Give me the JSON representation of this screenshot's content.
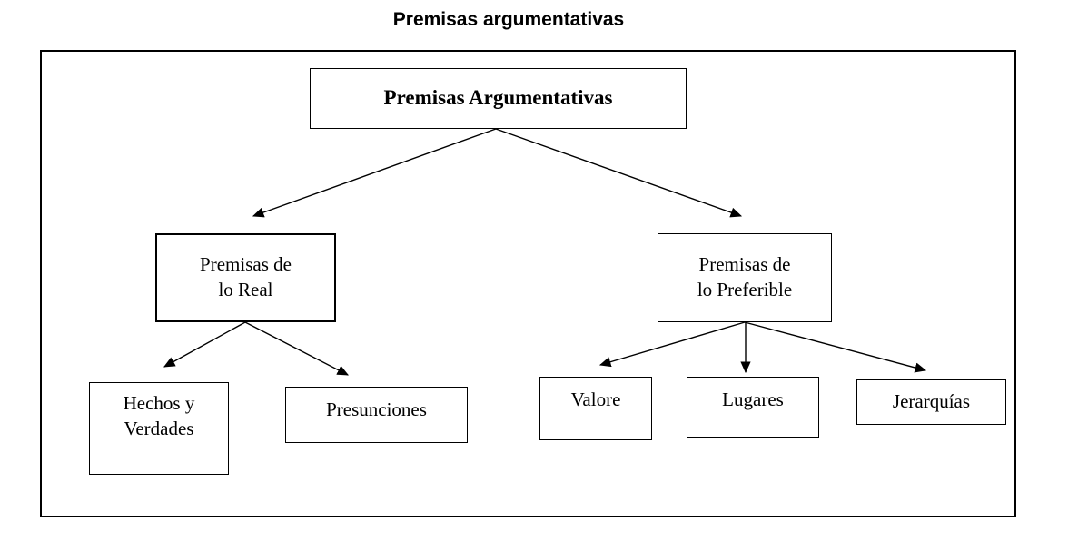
{
  "title": "Premisas argumentativas",
  "diagram": {
    "type": "hierarchy-tree",
    "background_color": "#ffffff",
    "line_color": "#000000",
    "frame": {
      "label": "diagram-frame"
    },
    "nodes": [
      {
        "id": "root",
        "label": "Premisas Argumentativas",
        "level": 0
      },
      {
        "id": "real",
        "label": "Premisas de\nlo Real",
        "level": 1
      },
      {
        "id": "preferible",
        "label": "Premisas de\nlo Preferible",
        "level": 1
      },
      {
        "id": "hechos",
        "label": "Hechos y\nVerdades",
        "level": 2
      },
      {
        "id": "presunciones",
        "label": "Presunciones",
        "level": 2
      },
      {
        "id": "valore",
        "label": "Valore",
        "level": 2
      },
      {
        "id": "lugares",
        "label": "Lugares",
        "level": 2
      },
      {
        "id": "jerarquias",
        "label": "Jerarquías",
        "level": 2
      }
    ],
    "edges": [
      {
        "from": "root",
        "to": "real"
      },
      {
        "from": "root",
        "to": "preferible"
      },
      {
        "from": "real",
        "to": "hechos"
      },
      {
        "from": "real",
        "to": "presunciones"
      },
      {
        "from": "preferible",
        "to": "valore"
      },
      {
        "from": "preferible",
        "to": "lugares"
      },
      {
        "from": "preferible",
        "to": "jerarquias"
      }
    ]
  }
}
